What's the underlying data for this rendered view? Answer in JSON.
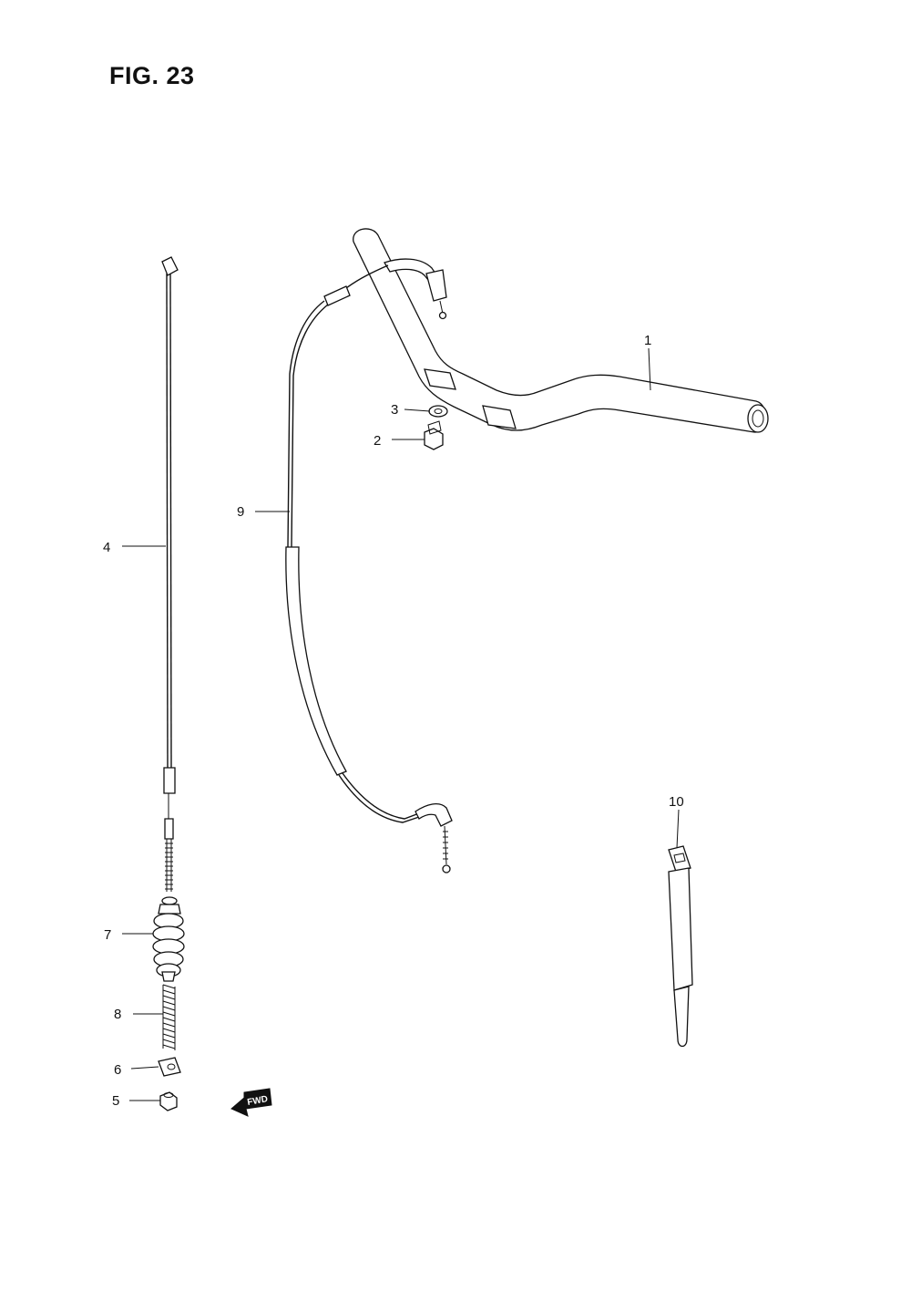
{
  "figure": {
    "title": "FIG. 23"
  },
  "callouts": [
    {
      "id": "1",
      "label": "1"
    },
    {
      "id": "2",
      "label": "2"
    },
    {
      "id": "3",
      "label": "3"
    },
    {
      "id": "4",
      "label": "4"
    },
    {
      "id": "5",
      "label": "5"
    },
    {
      "id": "6",
      "label": "6"
    },
    {
      "id": "7",
      "label": "7"
    },
    {
      "id": "8",
      "label": "8"
    },
    {
      "id": "9",
      "label": "9"
    },
    {
      "id": "10",
      "label": "10"
    }
  ],
  "direction_marker": {
    "label": "FWD"
  }
}
